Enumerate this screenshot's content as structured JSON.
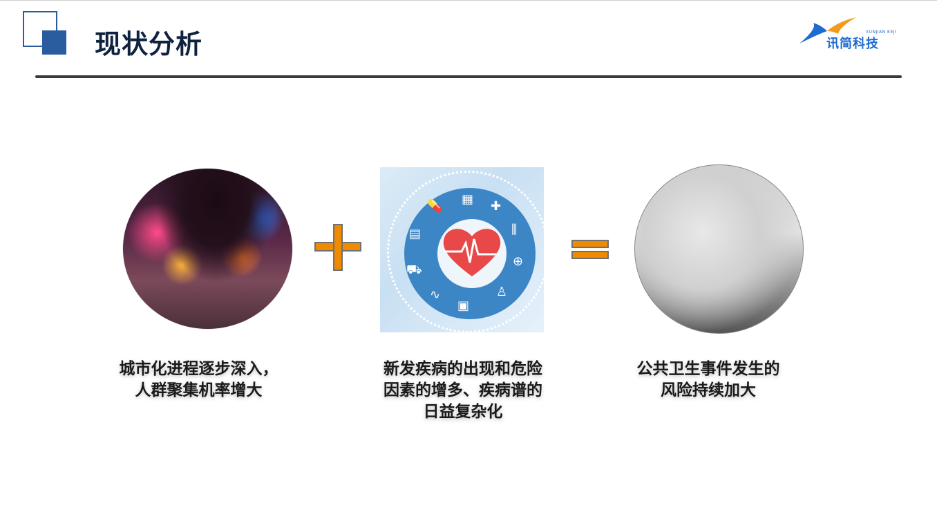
{
  "header": {
    "title": "现状分析",
    "logo": {
      "brand_cn": "讯简科技",
      "brand_en": "XUNJIAN KEJI",
      "colors": {
        "blue": "#1e6bd1",
        "orange": "#f39a1e"
      }
    }
  },
  "colors": {
    "accent_blue": "#2a5d9f",
    "title_text": "#0f2240",
    "operator_orange": "#f08a00",
    "rule": "#3a3a3a"
  },
  "equation": {
    "items": [
      {
        "image": "night-city-street-photo",
        "caption_lines": [
          "城市化进程逐步深入，",
          "人群聚集机率增大"
        ]
      },
      {
        "operator": "+"
      },
      {
        "image": "medical-icons-heart-illustration",
        "caption_lines": [
          "新发疾病的出现和危险",
          "因素的增多、疾病谱的",
          "日益复杂化"
        ]
      },
      {
        "operator": "="
      },
      {
        "image": "disinfection-worker-photo",
        "caption_lines": [
          "公共卫生事件发生的",
          "风险持续加大"
        ]
      }
    ]
  },
  "medical_icons": [
    "pills-icon",
    "bandage-icon",
    "medicine-bottle-icon",
    "test-tubes-icon",
    "first-aid-kit-icon",
    "tooth-icon",
    "ambulance-icon",
    "stethoscope-icon",
    "cart-icon",
    "clipboard-icon",
    "heartbeat-heart-icon"
  ]
}
